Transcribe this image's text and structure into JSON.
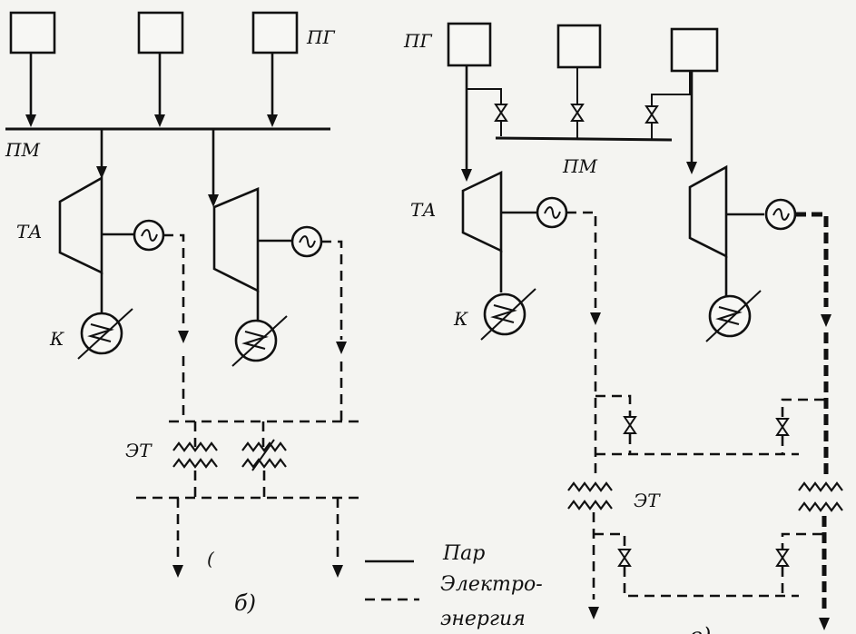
{
  "diagram": {
    "left": {
      "steam_generator_label": "ПГ",
      "steam_main_label": "ПМ",
      "turbine_label": "ТА",
      "condenser_label": "К",
      "transformer_label": "ЭТ",
      "caption": "б)",
      "stray_mark": "("
    },
    "right": {
      "steam_generator_label": "ПГ",
      "steam_main_label": "ПМ",
      "turbine_label": "ТА",
      "condenser_label": "К",
      "transformer_label": "ЭТ",
      "caption": "в)"
    },
    "legend": {
      "steam_label": "Пар",
      "electricity_label_line1": "Электро-",
      "electricity_label_line2": "энергия"
    }
  }
}
